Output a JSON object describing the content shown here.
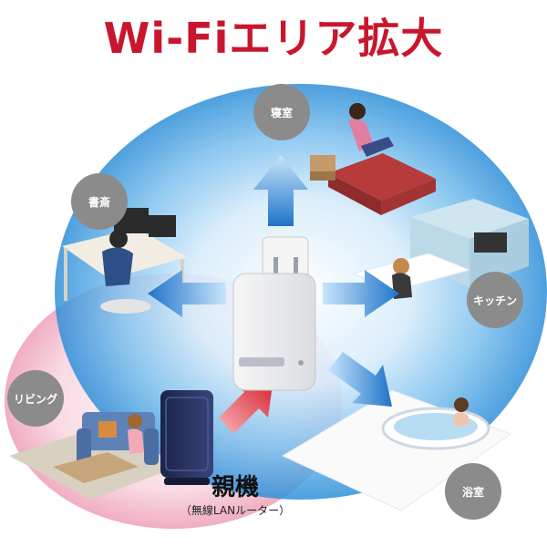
{
  "title": "Wi-Fiエリア拡大",
  "rooms": {
    "bedroom": "寝室",
    "study": "書斎",
    "kitchen": "キッチン",
    "living": "リビング",
    "bathroom": "浴室"
  },
  "parent": {
    "label": "親機",
    "sublabel": "（無線LANルーター）"
  },
  "colors": {
    "title": "#c8172d",
    "bubble": "#8b8b8b",
    "arrow_blue": "#1f73c9",
    "arrow_red": "#d81e2a",
    "coverage_blue": "#2f8fd9",
    "coverage_pink": "#f4b9c9"
  }
}
